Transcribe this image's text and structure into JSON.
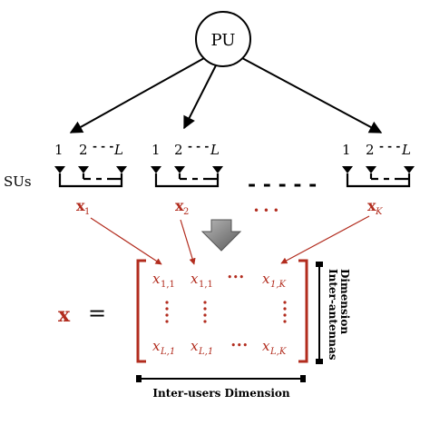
{
  "pu": {
    "label": "PU"
  },
  "sus_label": "SUs",
  "groups": [
    {
      "ant_nums": [
        "1",
        "2",
        "L"
      ],
      "vec": {
        "base": "x",
        "sub": "1"
      }
    },
    {
      "ant_nums": [
        "1",
        "2",
        "L"
      ],
      "vec": {
        "base": "x",
        "sub": "2"
      }
    },
    {
      "ant_nums": [
        "1",
        "2",
        "L"
      ],
      "vec": {
        "base": "x",
        "sub": "K"
      }
    }
  ],
  "ellipsis_dots": "• • •",
  "matrix": {
    "lhs": "x",
    "eq": "=",
    "top_left": {
      "base": "x",
      "sub": "1,1"
    },
    "top_mid": {
      "base": "x",
      "sub": "1,1"
    },
    "top_right": {
      "base": "x",
      "sub": "1,K"
    },
    "bot_left": {
      "base": "x",
      "sub": "L,1"
    },
    "bot_mid": {
      "base": "x",
      "sub": "L,1"
    },
    "bot_right": {
      "base": "x",
      "sub": "L,K"
    },
    "hdots": "•••"
  },
  "dimensions": {
    "vertical": "Inter-antennas Dimension",
    "vertical_line1": "Inter-antennas",
    "vertical_line2": "Dimension",
    "horizontal": "Inter-users Dimension"
  },
  "colors": {
    "accent": "#b22c1e",
    "ink": "#000000",
    "arrow_gray": "#808080"
  }
}
